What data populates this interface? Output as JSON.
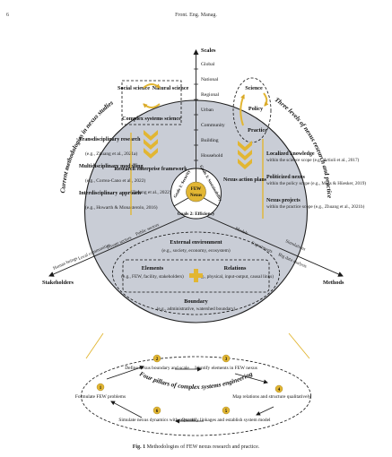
{
  "page_number": "6",
  "journal": "Front. Eng. Manag.",
  "caption_label": "Fig. 1",
  "caption_text": "Methodologies of FEW nexus research and practice.",
  "axes": {
    "scales": "Scales",
    "stakeholders": "Stakeholders",
    "methods": "Methods"
  },
  "scale_levels": [
    "Global",
    "National",
    "Regional",
    "Urban",
    "Community",
    "Building",
    "Household"
  ],
  "arcs": {
    "left": "Current methodologies in nexus studies",
    "right": "Three levels of nexus research and practice",
    "bottom": "Four pillars of complex systems engineering"
  },
  "left_panel": {
    "cycle": {
      "social": "Social science",
      "natural": "Natural science",
      "complex": "Complex systems science"
    },
    "methods": [
      {
        "title": "Transdisciplinary research",
        "ref": "(e.g., Zhuang et al., 2021a)"
      },
      {
        "title": "Multidisciplinary modelling",
        "ref": "(e.g., Correa-Cano et al., 2022)"
      },
      {
        "title": "Interdisciplinary approach",
        "ref": "(e.g., Howarth & Monasterolo, 2016)"
      }
    ],
    "framework": {
      "title": "Research enterprise framework",
      "ref": "(Zhuang et al., 2022)"
    }
  },
  "right_panel": {
    "cycle": {
      "science": "Science",
      "policy": "Policy",
      "practice": "Practice"
    },
    "plans": "Nexus action plans",
    "items": [
      {
        "title": "Localized knowledge",
        "text": "within the science scope (e.g., Artioli et al., 2017)"
      },
      {
        "title": "Politicized nexus",
        "text": "within the policy scope (e.g., Moss & Hüesker, 2019)"
      },
      {
        "title": "Nexus projects",
        "text": "within the practice scope (e.g., Zhuang et al., 2021b)"
      }
    ]
  },
  "center": {
    "goal1": "Goals 1: Security",
    "goal2": "Goals 2: Efficiency",
    "goal3": "Goals 3: Sustainability",
    "few": "FEW",
    "nexus": "Nexus"
  },
  "ray_labels": {
    "public": "Public sectors",
    "private": "Private sectors",
    "local": "Local communities",
    "human": "Human beings",
    "models": "Models",
    "experiments": "Experiments",
    "simulations": "Simulations",
    "bigdata": "Big data analysis"
  },
  "bottom_panel": {
    "environment": {
      "title": "External environment",
      "text": "(e.g., society, economy, ecosystem)"
    },
    "elements": {
      "title": "Elements",
      "text": "(e.g., FEW, facility, stakeholders)"
    },
    "relations": {
      "title": "Relations",
      "text": "(e.g., physical, input-output, causal links)"
    },
    "boundary": {
      "title": "Boundary",
      "text": "(e.g., administrative, watershed boundary)"
    }
  },
  "steps": [
    {
      "num": "1",
      "text": "Formulate FEW problems"
    },
    {
      "num": "2",
      "text": "Define nexus boundary and scale"
    },
    {
      "num": "3",
      "text": "Identify elements in FEW nexus"
    },
    {
      "num": "4",
      "text": "Map relations and structure qualitatively"
    },
    {
      "num": "5",
      "text": "Quantify linkages and establish system model"
    },
    {
      "num": "6",
      "text": "Simulate nexus dynamics with scenario"
    }
  ],
  "colors": {
    "disc": "#c9cdd6",
    "gold": "#e2b633",
    "dark": "#1a1a1a"
  }
}
